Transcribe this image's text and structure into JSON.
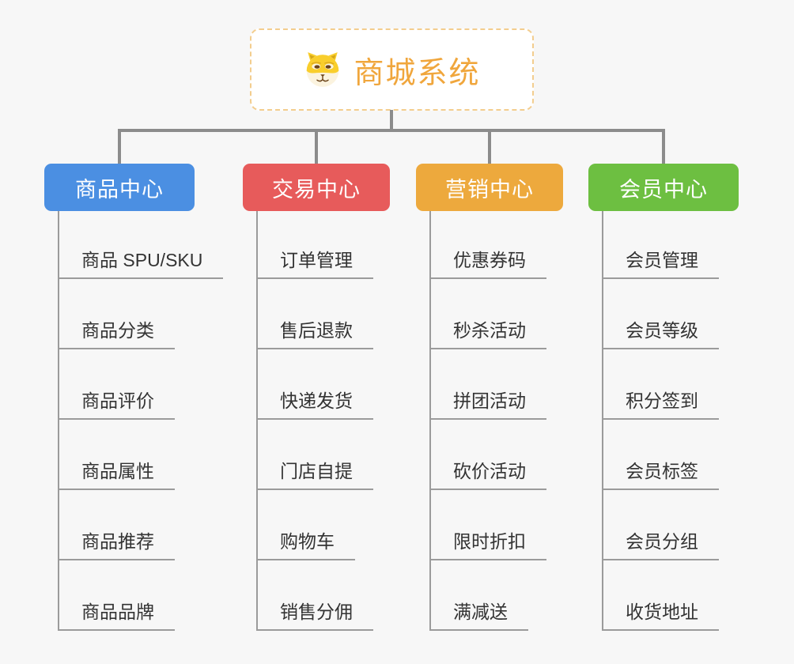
{
  "root": {
    "title": "商城系统",
    "icon": "dog-face-icon"
  },
  "colors": {
    "background": "#f7f7f7",
    "root_text": "#f0a63c",
    "root_border": "#f3cd8e",
    "connector": "#8c8c8c",
    "leaf_line": "#9b9b9b",
    "leaf_text": "#333333"
  },
  "branches": [
    {
      "label": "商品中心",
      "color": "#4b8fe2",
      "items": [
        "商品 SPU/SKU",
        "商品分类",
        "商品评价",
        "商品属性",
        "商品推荐",
        "商品品牌"
      ]
    },
    {
      "label": "交易中心",
      "color": "#e75b5b",
      "items": [
        "订单管理",
        "售后退款",
        "快递发货",
        "门店自提",
        "购物车",
        "销售分佣"
      ]
    },
    {
      "label": "营销中心",
      "color": "#eda93d",
      "items": [
        "优惠券码",
        "秒杀活动",
        "拼团活动",
        "砍价活动",
        "限时折扣",
        "满减送"
      ]
    },
    {
      "label": "会员中心",
      "color": "#6dbf41",
      "items": [
        "会员管理",
        "会员等级",
        "积分签到",
        "会员标签",
        "会员分组",
        "收货地址"
      ]
    }
  ]
}
